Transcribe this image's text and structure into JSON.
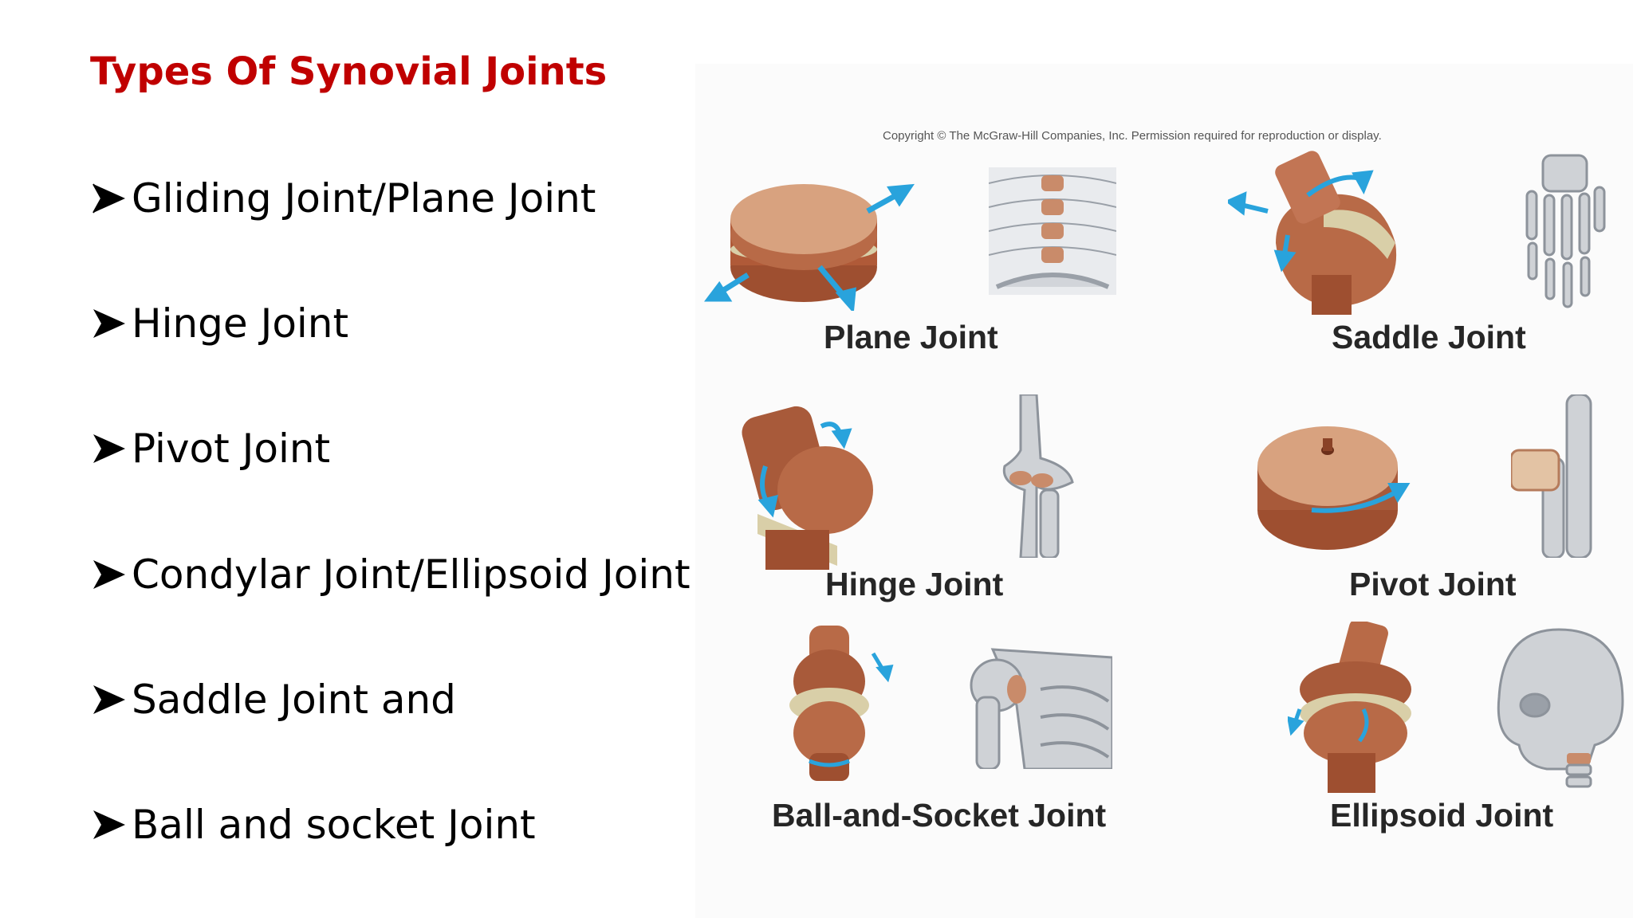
{
  "title": "Types Of Synovial Joints",
  "bullets": [
    "Gliding Joint/Plane Joint",
    "Hinge Joint",
    "Pivot Joint",
    "Condylar Joint/Ellipsoid Joint",
    "Saddle Joint and",
    "Ball and socket Joint"
  ],
  "figure": {
    "copyright": "Copyright © The McGraw-Hill Companies, Inc. Permission required for reproduction or display.",
    "labels": {
      "plane": "Plane Joint",
      "saddle": "Saddle Joint",
      "hinge": "Hinge Joint",
      "pivot": "Pivot Joint",
      "ball_socket": "Ball-and-Socket Joint",
      "ellipsoid": "Ellipsoid Joint"
    }
  },
  "colors": {
    "title": "#c00000",
    "bone": "#b86a47",
    "cartilage": "#d9cfa8",
    "arrow": "#29a3dc",
    "skeleton": "#c9ccd1"
  }
}
